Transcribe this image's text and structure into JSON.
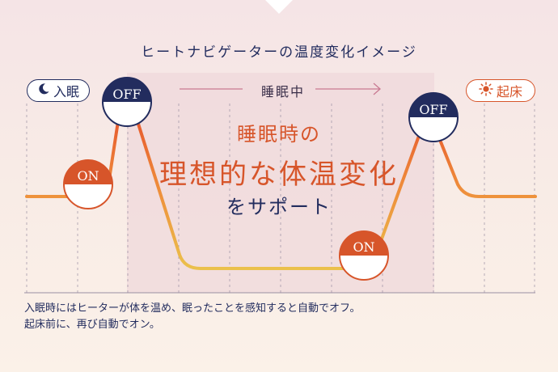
{
  "title": "ヒートナビゲーターの温度変化イメージ",
  "labels": {
    "sleep_start": "入眠",
    "sleeping": "睡眠中",
    "wake": "起床"
  },
  "center_text": {
    "line1": "睡眠時の",
    "line2": "理想的な体温変化",
    "line3": "をサポート"
  },
  "badges": {
    "on": "ON",
    "off": "OFF"
  },
  "caption": {
    "line1": "入眠時にはヒーターが体を温め、眠ったことを感知すると自動でオフ。",
    "line2": "起床前に、再び自動でオン。"
  },
  "icons": {
    "sleep_start": "crescent-moon-icon",
    "wake": "sun-icon"
  },
  "colors": {
    "navy": "#222c5e",
    "orange": "#d7552a",
    "curve_orange": "#ee8a3a",
    "curve_yellow": "#eab84a",
    "band": "#efd8db"
  }
}
